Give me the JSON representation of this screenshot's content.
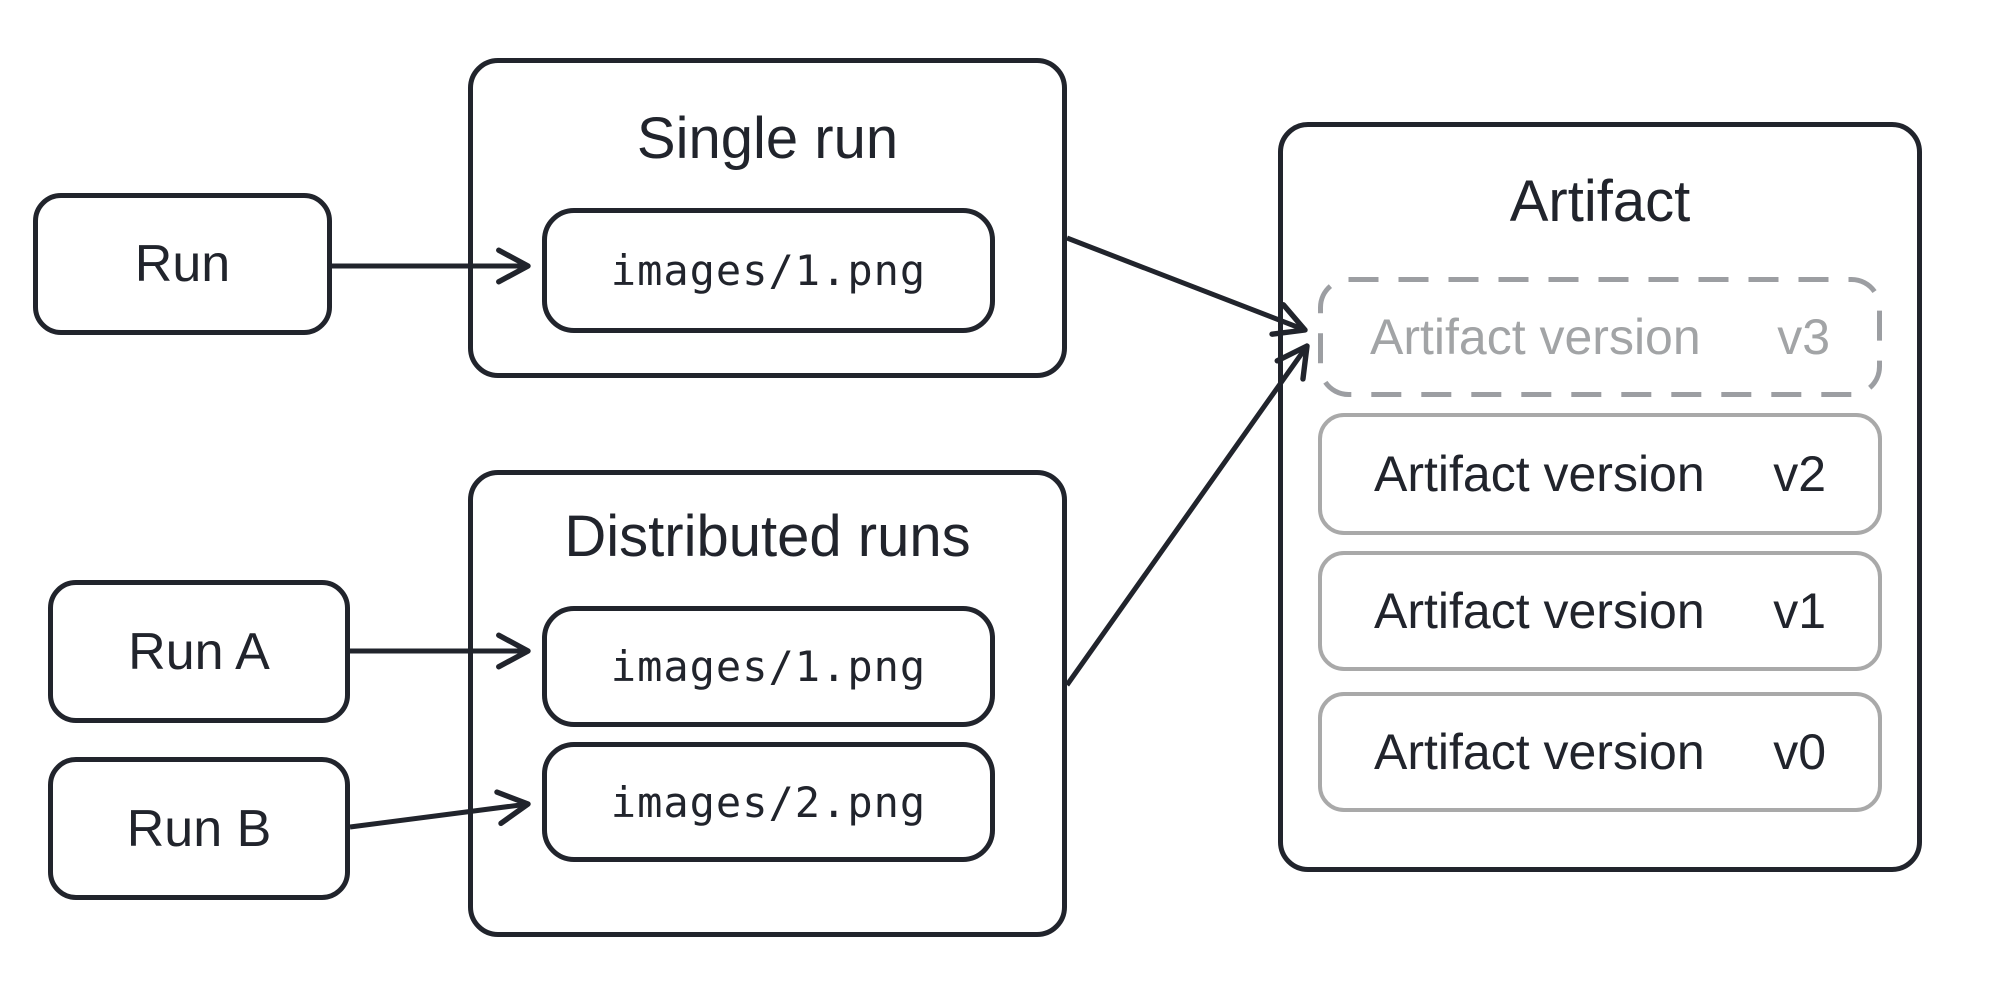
{
  "diagram": {
    "nodes": {
      "run": {
        "label": "Run"
      },
      "run_a": {
        "label": "Run A"
      },
      "run_b": {
        "label": "Run B"
      }
    },
    "groups": {
      "single_run": {
        "title": "Single run",
        "files": [
          {
            "label": "images/1.png"
          }
        ]
      },
      "distributed_runs": {
        "title": "Distributed runs",
        "files": [
          {
            "label": "images/1.png"
          },
          {
            "label": "images/2.png"
          }
        ]
      },
      "artifact": {
        "title": "Artifact",
        "versions": [
          {
            "label": "Artifact version",
            "version": "v3",
            "state": "pending"
          },
          {
            "label": "Artifact version",
            "version": "v2",
            "state": "committed"
          },
          {
            "label": "Artifact version",
            "version": "v1",
            "state": "committed"
          },
          {
            "label": "Artifact version",
            "version": "v0",
            "state": "committed"
          }
        ]
      }
    },
    "edges": [
      {
        "from": "run",
        "to": "single_run.images/1.png"
      },
      {
        "from": "run_a",
        "to": "distributed_runs.images/1.png"
      },
      {
        "from": "run_b",
        "to": "distributed_runs.images/2.png"
      },
      {
        "from": "single_run",
        "to": "artifact.v3"
      },
      {
        "from": "distributed_runs",
        "to": "artifact.v3"
      }
    ],
    "colors": {
      "stroke_dark": "#21242c",
      "stroke_gray": "#a9a9a9",
      "dashed_gray": "#9c9ea2",
      "text_gray": "#a2a4a6",
      "background": "#ffffff"
    }
  }
}
